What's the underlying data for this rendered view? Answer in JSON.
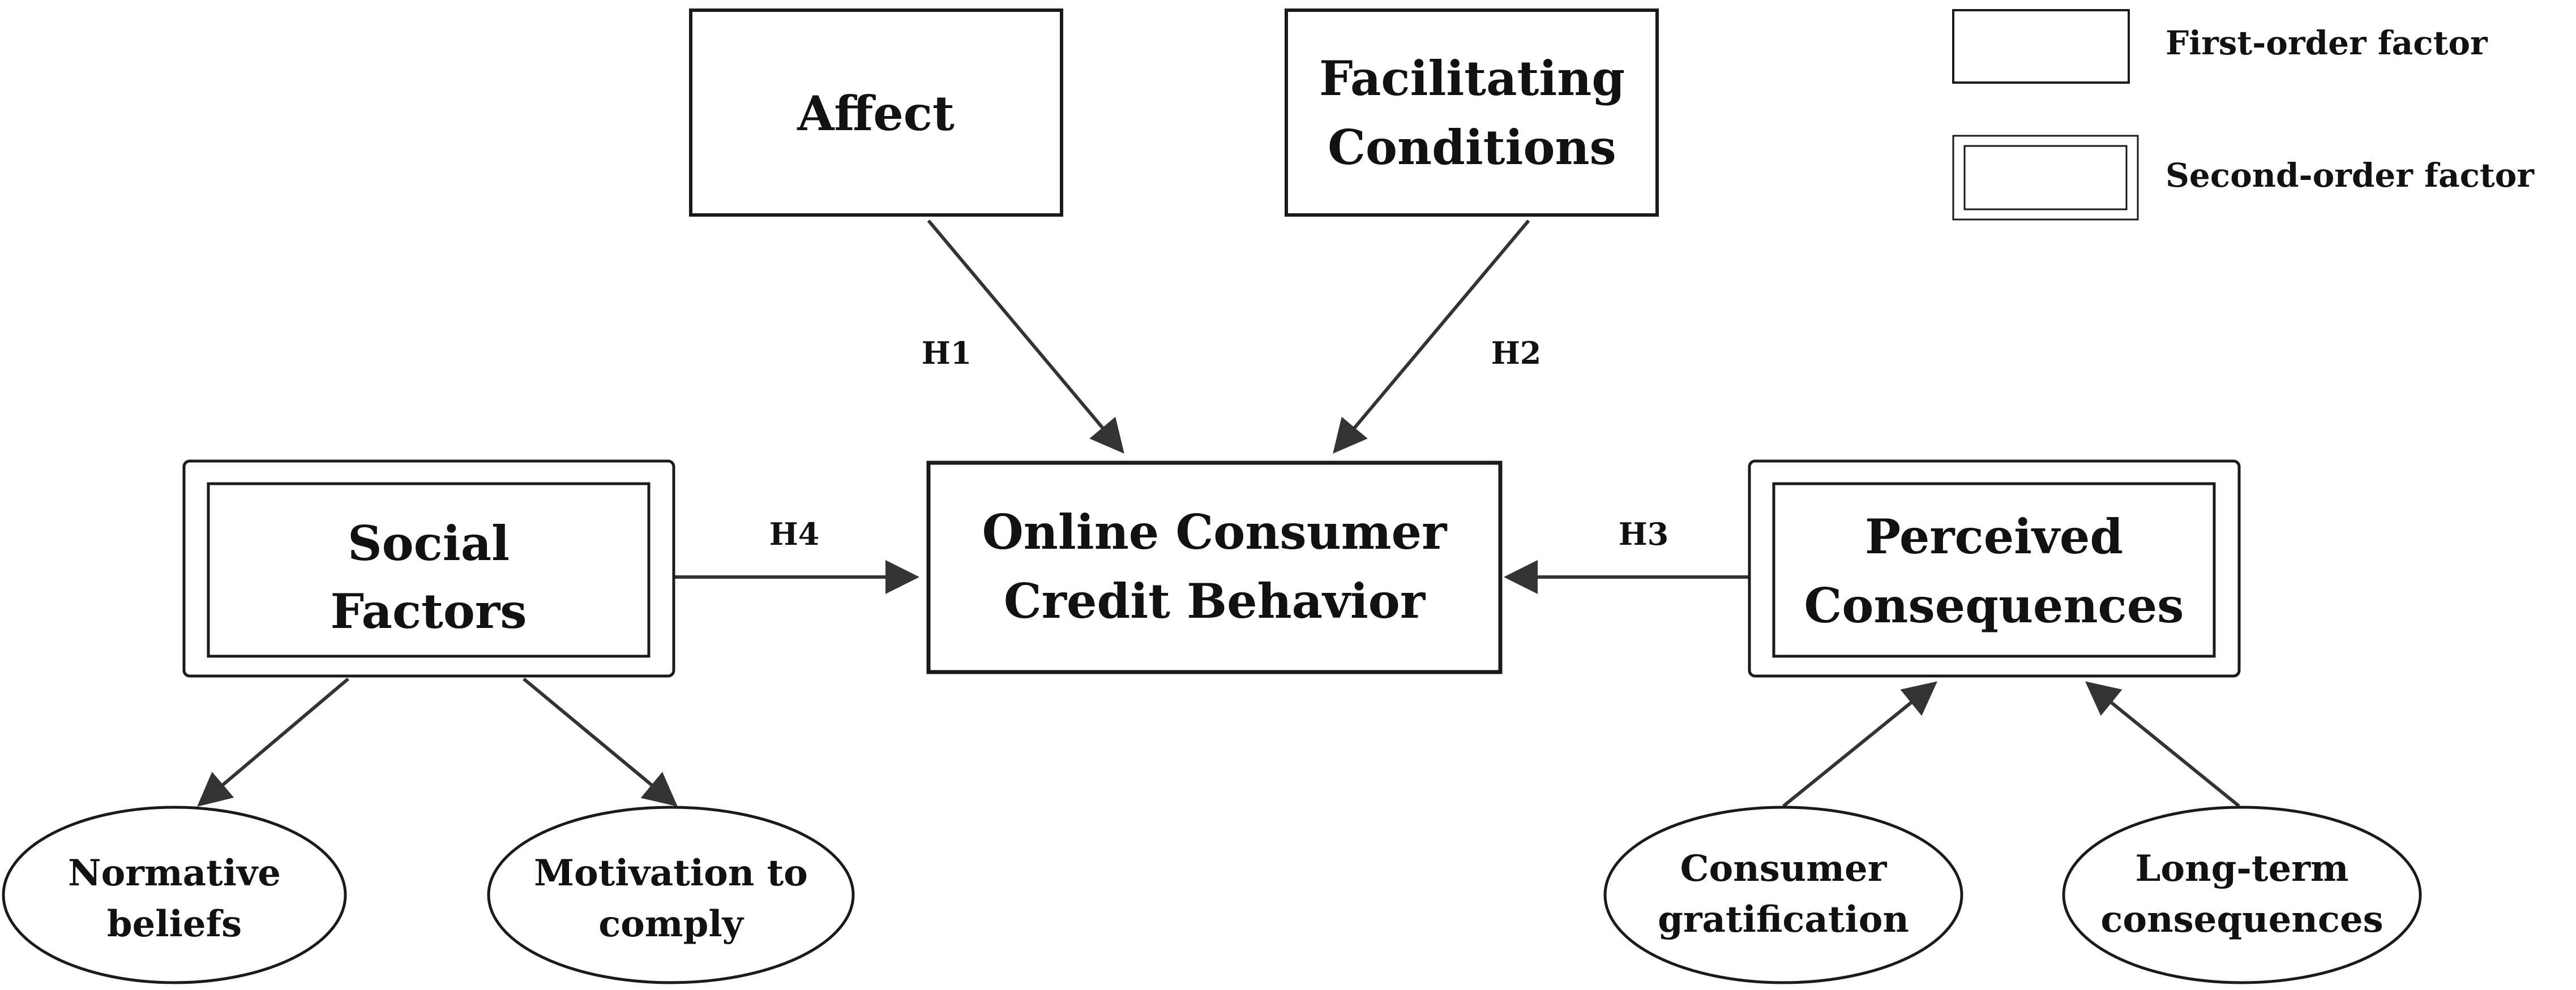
{
  "legend": {
    "first_order_label": "First-order factor",
    "second_order_label": "Second-order factor"
  },
  "nodes": {
    "affect": [
      "Affect"
    ],
    "facilitating_conditions": [
      "Facilitating",
      "Conditions"
    ],
    "online_credit_behavior": [
      "Online Consumer",
      "Credit Behavior"
    ],
    "social_factors": [
      "Social",
      "Factors"
    ],
    "perceived_consequences": [
      "Perceived",
      "Consequences"
    ],
    "normative_beliefs": [
      "Normative",
      "beliefs"
    ],
    "motivation_to_comply": [
      "Motivation to",
      "comply"
    ],
    "consumer_gratification": [
      "Consumer",
      "gratification"
    ],
    "long_term_consequences": [
      "Long-term",
      "consequences"
    ]
  },
  "hypotheses": {
    "h1": "H1",
    "h2": "H2",
    "h3": "H3",
    "h4": "H4"
  },
  "colors": {
    "stroke": "#1a1a1a",
    "arrow": "#333333",
    "text": "#111111",
    "background": "#ffffff"
  }
}
